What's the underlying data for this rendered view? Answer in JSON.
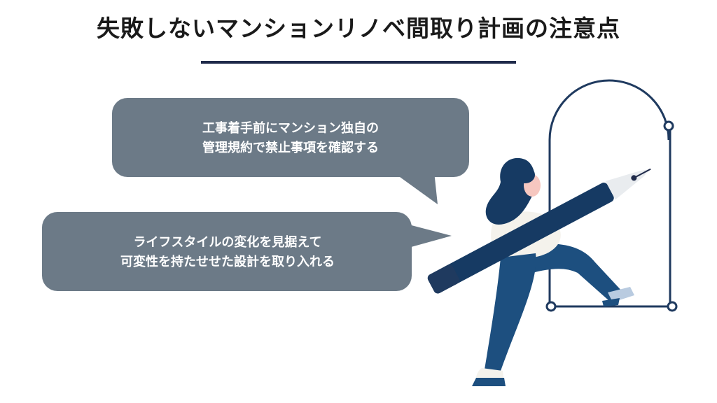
{
  "title": "失敗しないマンションリノベ間取り計画の注意点",
  "bubbles": [
    {
      "lines": [
        "工事着手前にマンション独自の",
        "管理規約で禁止事項を確認する"
      ]
    },
    {
      "lines": [
        "ライフスタイルの変化を見据えて",
        "可変性を持たせせた設計を取り入れる"
      ]
    }
  ],
  "colors": {
    "bubble": "#6c7a87",
    "navy": "#1f2a4a",
    "pen": "#163a63",
    "pants": "#1d4f7f",
    "shirt": "#f4f2ec",
    "frame": "#1f3a5f"
  },
  "illustration": {
    "icons": [
      "arch-frame-icon",
      "fountain-pen-icon",
      "woman-figure-icon"
    ]
  }
}
